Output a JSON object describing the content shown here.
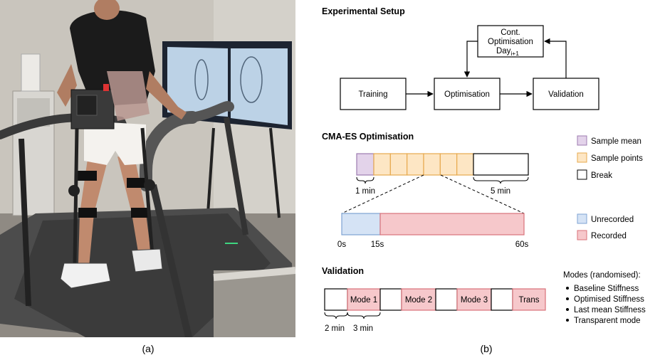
{
  "figure": {
    "caption_a": "(a)",
    "caption_b": "(b)"
  },
  "setup": {
    "heading": "Experimental Setup",
    "training": "Training",
    "optimisation": "Optimisation",
    "validation": "Validation",
    "cont_line1": "Cont.",
    "cont_line2": "Optimisation",
    "cont_line3": "Day",
    "cont_subscript": "i+1"
  },
  "cmaes": {
    "heading": "CMA-ES Optimisation",
    "sample_points_count": 6,
    "duration_mean": "1 min",
    "duration_break": "5 min",
    "t_start": "0s",
    "t_mid": "15s",
    "t_end": "60s",
    "legend": {
      "sample_mean": "Sample mean",
      "sample_points": "Sample points",
      "break": "Break",
      "unrecorded": "Unrecorded",
      "recorded": "Recorded"
    }
  },
  "validation": {
    "heading": "Validation",
    "modes": [
      "Mode 1",
      "Mode 2",
      "Mode 3",
      "Trans"
    ],
    "duration_break": "2 min",
    "duration_mode": "3 min",
    "modes_title": "Modes (randomised):",
    "modes_list": [
      "Baseline Stiffness",
      "Optimised Stiffness",
      "Last mean Stiffness",
      "Transparent mode"
    ]
  },
  "colors": {
    "mean_fill": "#e3d3ea",
    "mean_stroke": "#9c7bb0",
    "points_fill": "#fde6c4",
    "points_stroke": "#e7a94e",
    "unrec_fill": "#d5e3f5",
    "unrec_stroke": "#7ea3d3",
    "rec_fill": "#f6c8cb",
    "rec_stroke": "#d9727a"
  }
}
